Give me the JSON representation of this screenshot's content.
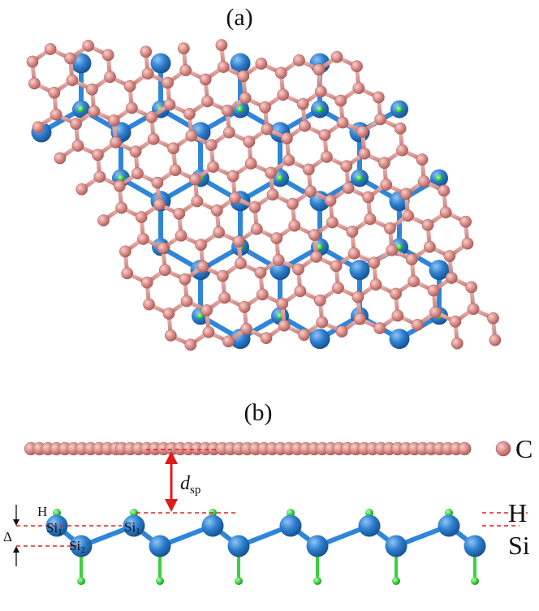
{
  "panels": {
    "a": {
      "label": "(a)"
    },
    "b": {
      "label": "(b)"
    }
  },
  "legend": {
    "carbon": "C",
    "hydrogen": "H",
    "silicon": "Si"
  },
  "annotations": {
    "spacing_symbol": "d",
    "spacing_subscript": "sp",
    "buckling_symbol": "Δ",
    "si1_symbol": "Si",
    "si1_subscript": "1",
    "si2_symbol": "Si",
    "si2_subscript": "2",
    "h_label": "H"
  },
  "colors": {
    "carbon": "#d98a86",
    "silicon": "#2f7fd0",
    "hydrogen": "#39d23d",
    "bond_si": "#2f86d8",
    "arrow": "#e01b1b",
    "dashed": "#e22222"
  }
}
